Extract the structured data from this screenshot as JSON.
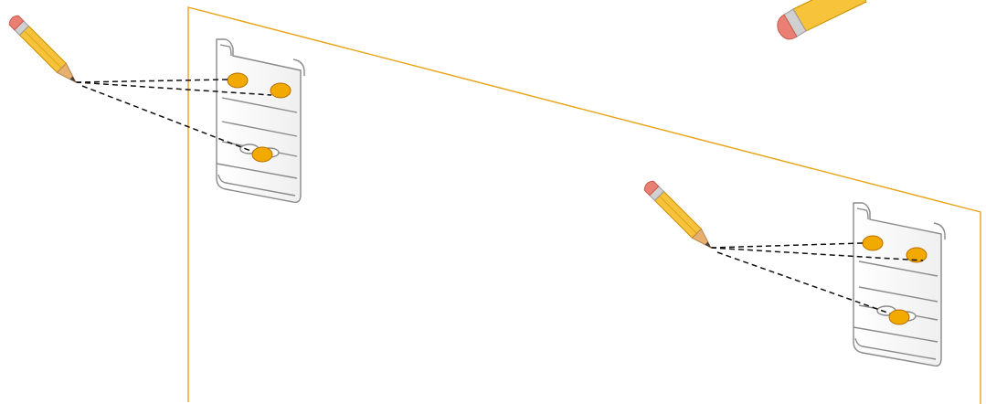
{
  "diagram": {
    "colors": {
      "panel_outline": "#E8A317",
      "marker_fill": "#F2A900",
      "marker_stroke": "#B86F00",
      "guide_line": "#111111",
      "bracket_stroke": "#8A8A8A",
      "bracket_fill": "#FFFFFF",
      "pencil_body": "#F6C33A",
      "pencil_eraser": "#EA7F73",
      "pencil_band": "#D0D0D0",
      "pencil_wood": "#E8B06E",
      "pencil_lead": "#444444"
    },
    "icons": [
      "pencil-icon",
      "mounting-bracket-icon"
    ],
    "brackets": [
      {
        "name": "left",
        "markers": 3
      },
      {
        "name": "right",
        "markers": 3
      }
    ]
  }
}
